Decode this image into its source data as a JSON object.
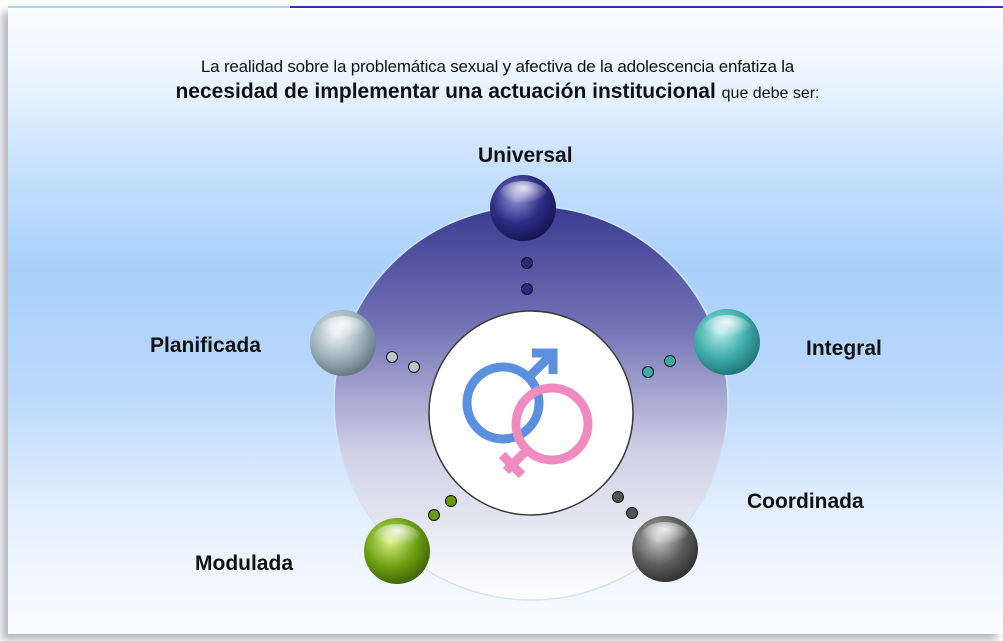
{
  "intro": {
    "line1": "La realidad sobre la problemática sexual y afectiva de la adolescencia enfatiza la",
    "line2_bold": "necesidad de implementar una actuación institucional",
    "line2_rest": "que debe ser:"
  },
  "nodes": [
    {
      "id": "universal",
      "label": "Universal",
      "color": "#2a2a7e",
      "icon": "sphere-icon"
    },
    {
      "id": "integral",
      "label": "Integral",
      "color": "#3fa9a8",
      "icon": "sphere-icon"
    },
    {
      "id": "coordinada",
      "label": "Coordinada",
      "color": "#575757",
      "icon": "sphere-icon"
    },
    {
      "id": "modulada",
      "label": "Modulada",
      "color": "#6a9a10",
      "icon": "sphere-icon"
    },
    {
      "id": "planificada",
      "label": "Planificada",
      "color": "#8ea3ad",
      "icon": "sphere-icon"
    }
  ],
  "center": {
    "icon": "gender-symbols-icon",
    "male_color": "#5b8fe0",
    "female_color": "#f08bbf"
  }
}
